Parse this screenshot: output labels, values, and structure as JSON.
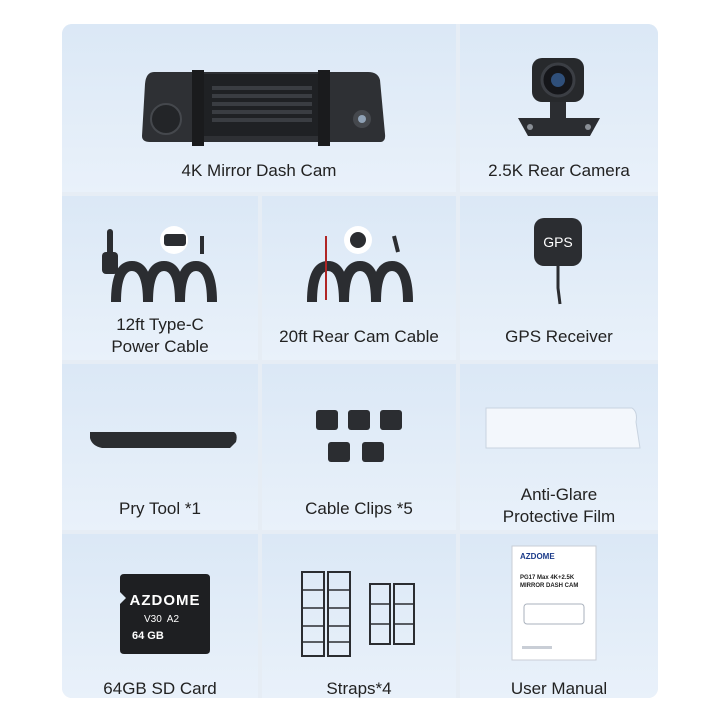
{
  "items": [
    {
      "label": "4K Mirror Dash Cam"
    },
    {
      "label": "2.5K Rear Camera"
    },
    {
      "label": "12ft Type-C\nPower Cable"
    },
    {
      "label": "20ft Rear Cam Cable"
    },
    {
      "label": "GPS Receiver",
      "badge": "GPS"
    },
    {
      "label": "Pry Tool *1"
    },
    {
      "label": "Cable Clips *5"
    },
    {
      "label": "Anti-Glare\nProtective Film"
    },
    {
      "label": "64GB SD Card",
      "brand": "AZDOME",
      "capacity": "64 GB",
      "marks": "V30  A2"
    },
    {
      "label": "Straps*4"
    },
    {
      "label": "User Manual",
      "brand": "AZDOME",
      "title": "PG17 Max 4K+2.5K\nMIRROR DASH CAM"
    }
  ],
  "colors": {
    "background": "#e6edf5",
    "cell": "#dfeaf6",
    "text": "#222222",
    "device": "#2b2d31"
  }
}
